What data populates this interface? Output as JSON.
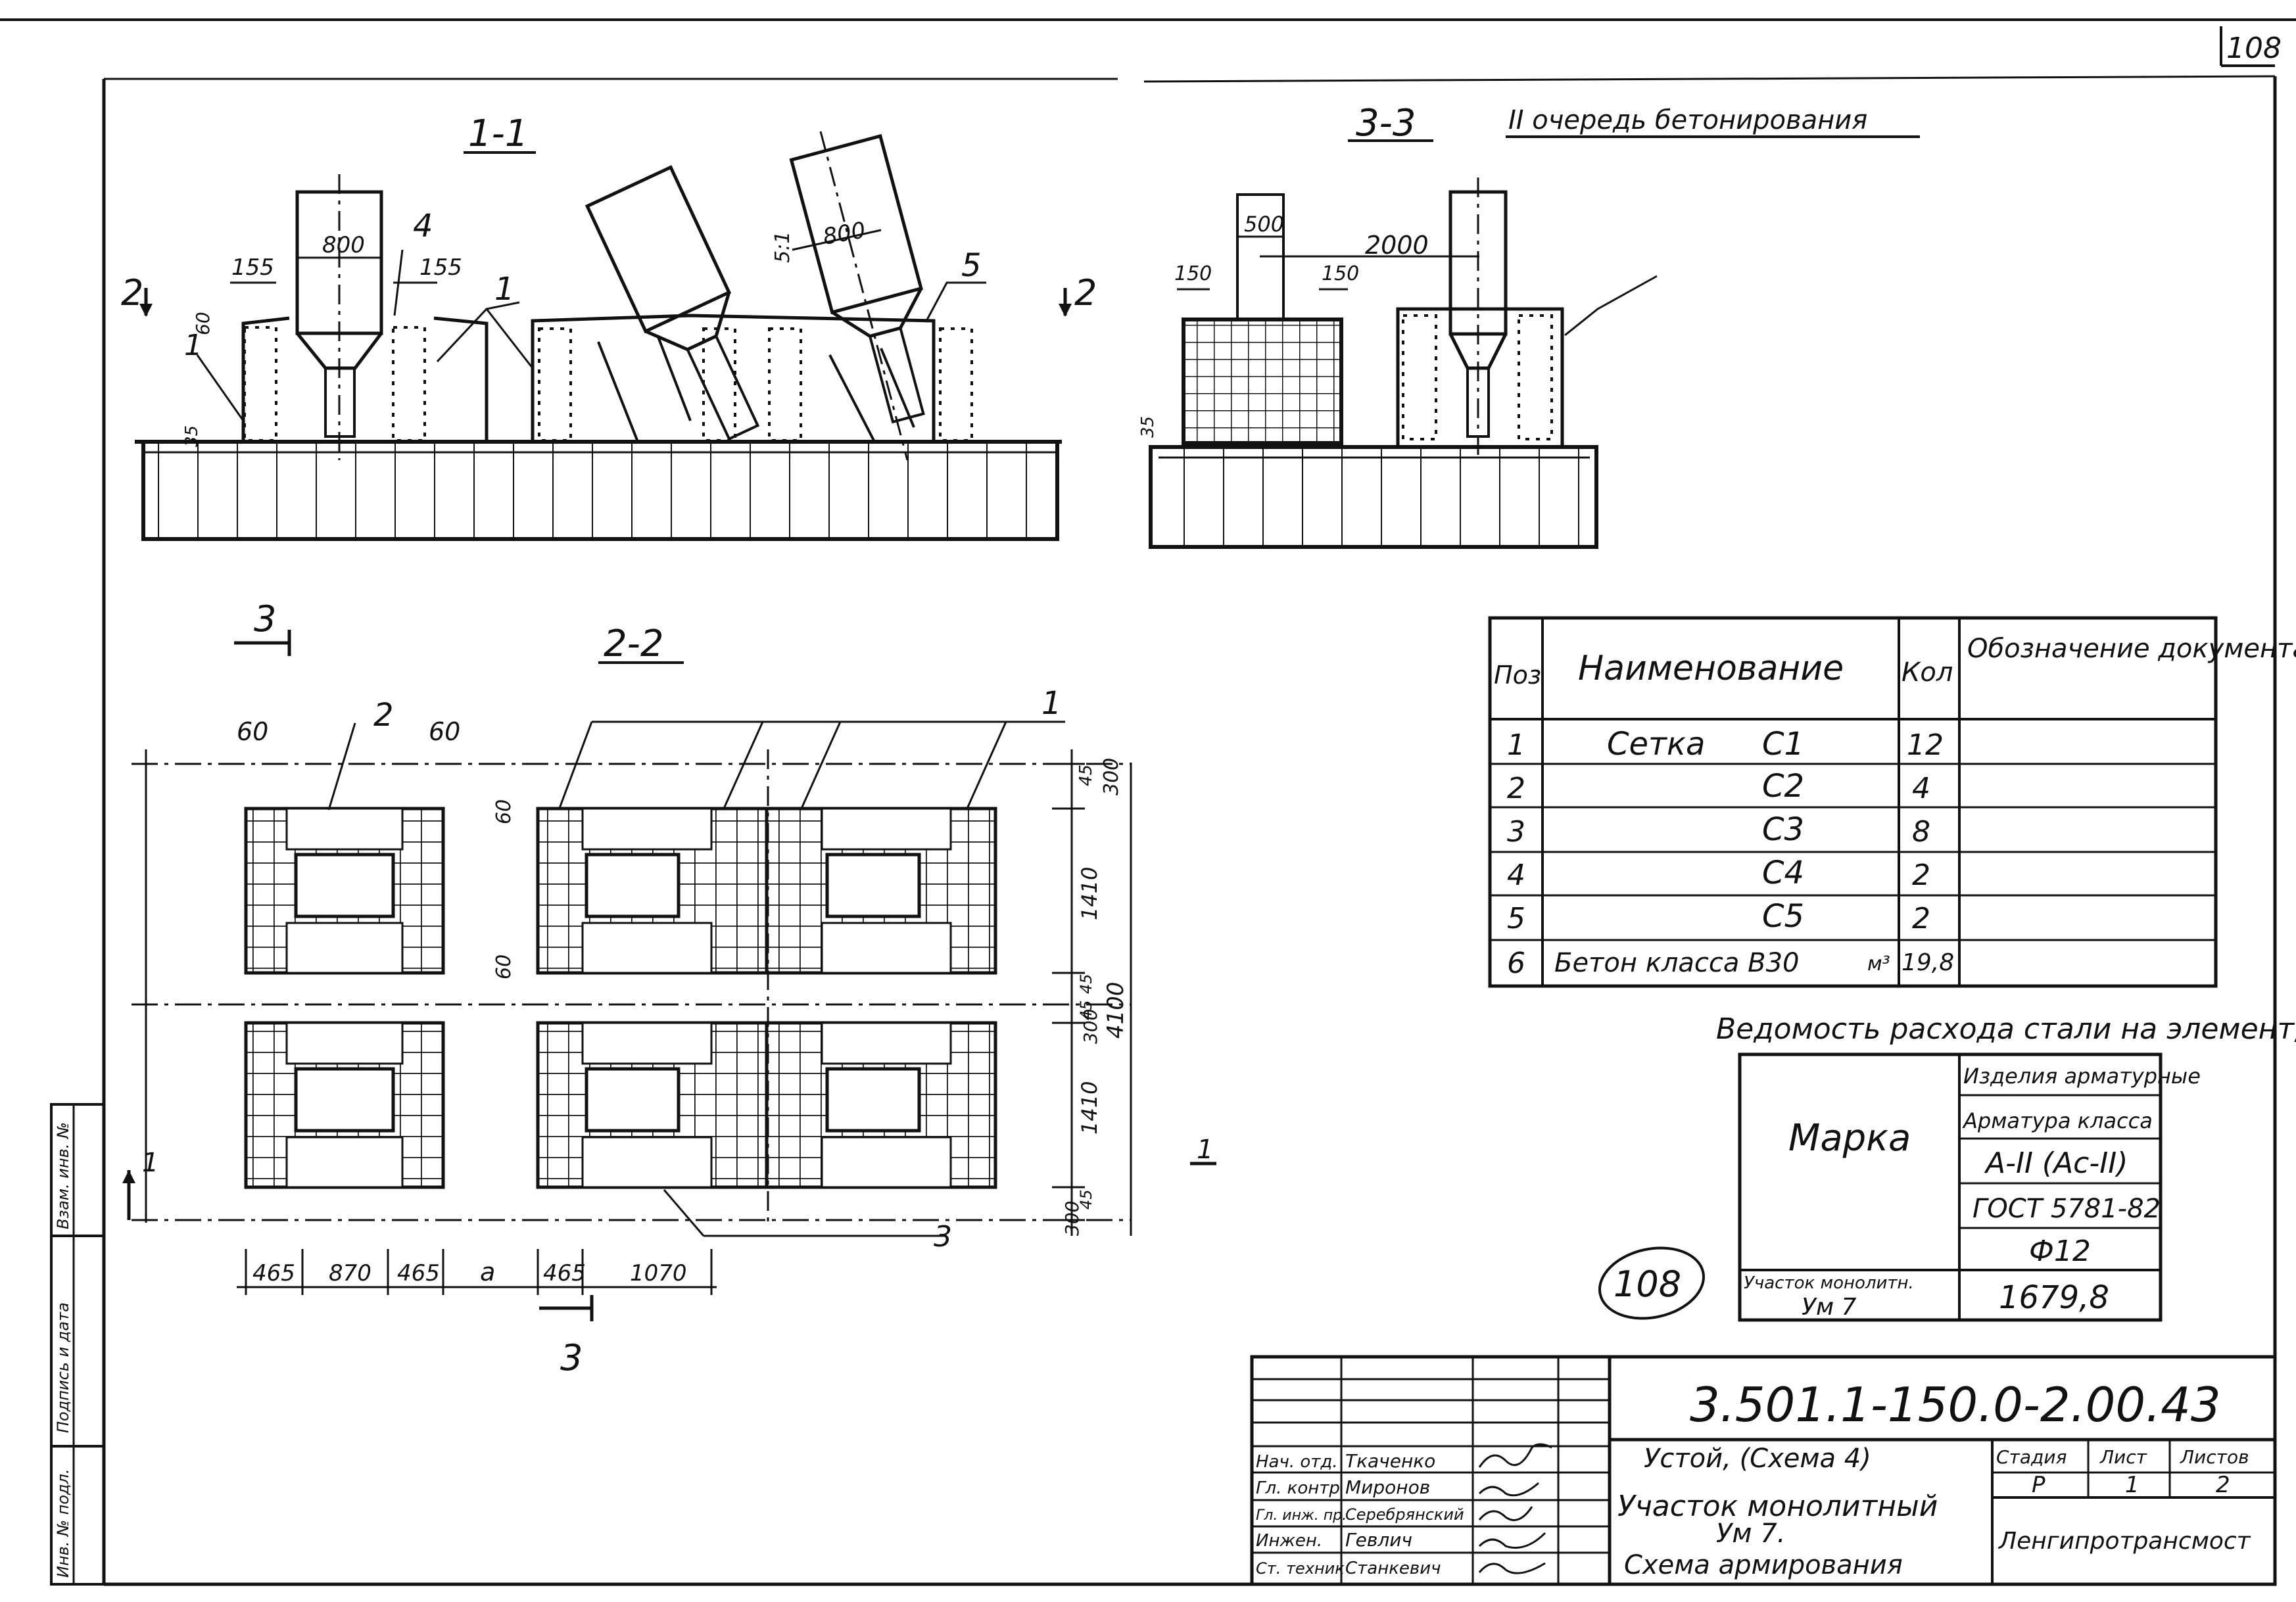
{
  "sheet": {
    "page_number": "108",
    "stamp": "108"
  },
  "sections": {
    "s11": "1-1",
    "s22": "2-2",
    "s33": "3-3",
    "s33_note": "II очередь бетонирования",
    "cut2_left": "2",
    "cut2_right": "2",
    "cut3_top": "3",
    "cut3_bottom": "3",
    "cut1_left": "1",
    "cut1_right": "1"
  },
  "dims_11": {
    "d155a": "155",
    "d800a": "800",
    "d4": "4",
    "d155b": "155",
    "d60": "60",
    "d1a": "1",
    "d1b": "1",
    "d5": "5",
    "d800b": "800",
    "d51": "5:1",
    "d35": "35"
  },
  "dims_33": {
    "d500": "500",
    "d2000": "2000",
    "d150a": "150",
    "d150b": "150",
    "d35": "35"
  },
  "dims_22": {
    "d60a": "60",
    "d2": "2",
    "d60b": "60",
    "d1": "1",
    "d3": "3",
    "d60c": "60",
    "d60d": "60",
    "bottom": [
      "465",
      "870",
      "465",
      "a",
      "465",
      "1070"
    ],
    "right": [
      "45",
      "300",
      "1410",
      "45",
      "45",
      "300",
      "1410",
      "45",
      "300",
      "4100"
    ]
  },
  "spec_table": {
    "headers": {
      "pos": "Поз",
      "name": "Наименование",
      "qty": "Кол",
      "doc": "Обозначение документа"
    },
    "rows": [
      {
        "pos": "1",
        "name": "Сетка",
        "mark": "С1",
        "qty": "12",
        "doc": ""
      },
      {
        "pos": "2",
        "name": "",
        "mark": "С2",
        "qty": "4",
        "doc": ""
      },
      {
        "pos": "3",
        "name": "",
        "mark": "С3",
        "qty": "8",
        "doc": ""
      },
      {
        "pos": "4",
        "name": "",
        "mark": "С4",
        "qty": "2",
        "doc": ""
      },
      {
        "pos": "5",
        "name": "",
        "mark": "С5",
        "qty": "2",
        "doc": ""
      },
      {
        "pos": "6",
        "name": "Бетон класса В30",
        "mark": "м³",
        "qty": "19,8",
        "doc": ""
      }
    ]
  },
  "steel_table": {
    "title": "Ведомость расхода стали на элемент, кг",
    "marka": "Марка",
    "h1": "Изделия арматурные",
    "h2": "Арматура класса",
    "h3": "А-II (Ас-II)",
    "h4": "ГОСТ 5781-82",
    "h5": "Ф12",
    "row_label": "Участок монолитн.",
    "row_label2": "Ум 7",
    "row_value": "1679,8"
  },
  "title_block": {
    "code": "3.501.1-150.0-2.00.43",
    "name1": "Устой, (Схема 4)",
    "name2": "Участок монолитный",
    "name3": "Ум 7.",
    "name4": "Схема армирования",
    "stage_h": "Стадия",
    "sheet_h": "Лист",
    "sheets_h": "Листов",
    "stage": "Р",
    "sheet": "1",
    "sheets": "2",
    "org": "Ленгипротрансмост",
    "staff": [
      {
        "role": "Нач. отд.",
        "name": "Ткаченко"
      },
      {
        "role": "Гл. контр",
        "name": "Миронов"
      },
      {
        "role": "Гл. инж. пр.",
        "name": "Серебрянский"
      },
      {
        "role": "Инжен.",
        "name": "Гевлич"
      },
      {
        "role": "Ст. техник",
        "name": "Станкевич"
      }
    ]
  },
  "side_strip": {
    "f1": "Взам. инв. №",
    "f2": "Подпись и дата",
    "f3": "Инв. № подл."
  }
}
